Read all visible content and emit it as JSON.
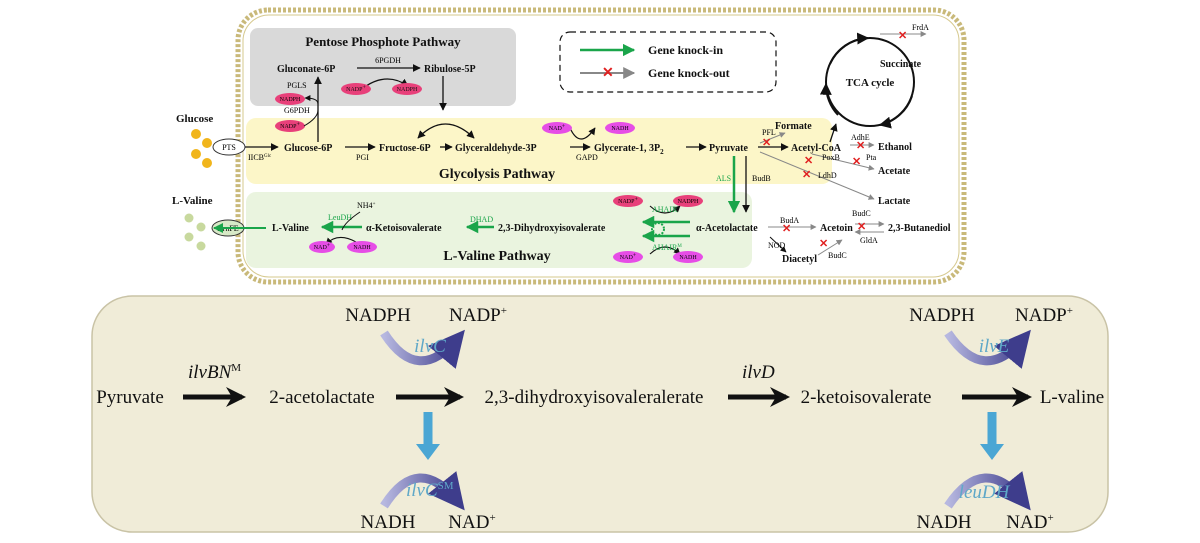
{
  "top": {
    "ppp_title": "Pentose Phosphote Pathway",
    "glycolysis_title": "Glycolysis Pathway",
    "valine_title": "L-Valine Pathway",
    "tca_label": "TCA cycle",
    "legend": {
      "knock_in": "Gene knock-in",
      "knock_out": "Gene knock-out"
    },
    "metabolites": {
      "glucose": "Glucose",
      "glucose6p": "Glucose-6P",
      "gluconate6p": "Gluconate-6P",
      "ribulose5p": "Ribulose-5P",
      "fructose6p": "Fructose-6P",
      "g3p": "Glyceraldehyde-3P",
      "glycerate": "Glycerate-1, 3P",
      "glycerate_sub": "2",
      "pyruvate": "Pyruvate",
      "formate": "Formate",
      "acetylcoa": "Acetyl-CoA",
      "succinate": "Succinate",
      "ethanol": "Ethanol",
      "acetate": "Acetate",
      "lactate": "Lactate",
      "acetolactate": "α-Acetolactate",
      "dhiv": "2,3-Dihydroxyisovalerate",
      "kiv": "α-Ketoisovalerate",
      "lvaline": "L-Valine",
      "lvaline_out": "L-Valine",
      "acetoin": "Acetoin",
      "butanediol": "2,3-Butanediol",
      "diacetyl": "Diacetyl"
    },
    "enzymes": {
      "pts": "PTS",
      "iicb": "IICB",
      "iicb_sup": "Glc",
      "pgls": "PGLS",
      "g6pdh": "G6PDH",
      "6pgdh": "6PGDH",
      "pgi": "PGI",
      "gapd": "GAPD",
      "pfl": "PFL",
      "adhe": "AdhE",
      "poxb": "PoxB",
      "pta": "Pta",
      "ldhd": "LdhD",
      "frda": "FrdA",
      "als": "ALS",
      "budb": "BudB",
      "ahair1": "AHAIR",
      "ahair2": "AHAIR",
      "ahair2_sup": "M",
      "dhad": "DHAD",
      "leudh": "LeuDH",
      "nh4": "NH4",
      "nh4_sup": "+",
      "buda": "BudA",
      "budc1": "BudC",
      "budc2": "BudC",
      "glda": "GldA",
      "nod": "NOD",
      "bcd": "BrnFE"
    },
    "cofactors": {
      "nadph": "NADPH",
      "nadp": "NADP",
      "nad": "NAD",
      "nadh": "NADH",
      "plus": "+"
    }
  },
  "bottom": {
    "pyruvate": "Pyruvate",
    "acetolactate": "2-acetolactate",
    "dhiv": "2,3-dihydroxyisovaleralerate",
    "kiv": "2-ketoisovalerate",
    "lvaline": "L-valine",
    "ilvbn": "ilvBN",
    "ilvbn_sup": "M",
    "ilvc": "ilvC",
    "ilvc_sm": "ilvC",
    "ilvc_sm_sup": "SM",
    "ilvd": "ilvD",
    "ilve": "ilvE",
    "leudh": "leuDH",
    "nadph": "NADPH",
    "nadp": "NADP",
    "nadh": "NADH",
    "nad": "NAD",
    "plus": "+"
  }
}
